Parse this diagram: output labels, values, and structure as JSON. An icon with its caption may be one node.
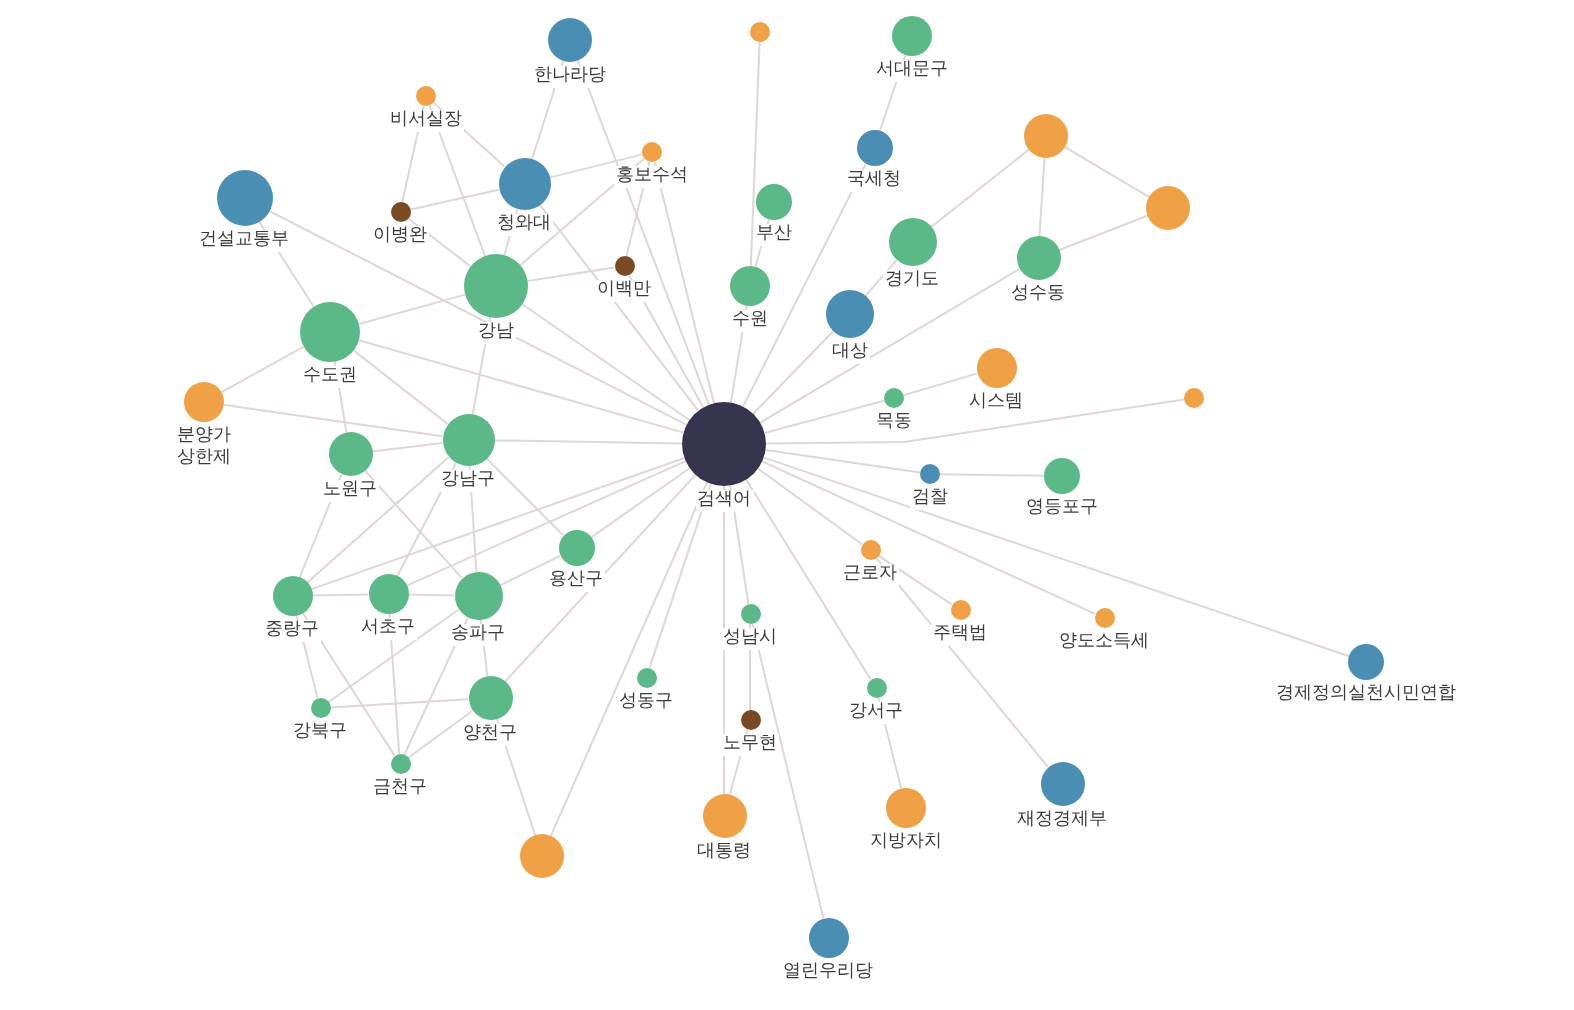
{
  "diagram": {
    "nodes": [
      {
        "text": [
          "검색어"
        ]
      },
      {
        "text": [
          "한나라당"
        ]
      },
      {
        "text": [],
        "shape": "circle"
      },
      {
        "text": [
          "서대문구"
        ]
      },
      {
        "text": [
          "비서실장"
        ]
      },
      {
        "text": [
          "홍보수석"
        ]
      },
      {
        "text": [
          "국세청"
        ]
      },
      {
        "text": [],
        "shape": "circle"
      },
      {
        "text": [
          "청와대"
        ]
      },
      {
        "text": [
          "건설교통부"
        ]
      },
      {
        "text": [
          "부산"
        ]
      },
      {
        "text": [
          "이병완"
        ]
      },
      {
        "text": [],
        "shape": "circle"
      },
      {
        "text": [
          "경기도"
        ]
      },
      {
        "text": [
          "성수동"
        ]
      },
      {
        "text": [
          "이백만"
        ]
      },
      {
        "text": [
          "강남"
        ]
      },
      {
        "text": [
          "수원"
        ]
      },
      {
        "text": [
          "대상"
        ]
      },
      {
        "text": [
          "수도권"
        ]
      },
      {
        "text": [
          "시스템"
        ]
      },
      {
        "text": [
          "분양가 상한제"
        ]
      },
      {
        "text": [
          "목동"
        ]
      },
      {
        "text": [],
        "shape": "circle"
      },
      {
        "text": [
          "강남구"
        ]
      },
      {
        "text": [
          "노원구"
        ]
      },
      {
        "text": [
          "검찰"
        ]
      },
      {
        "text": [
          "영등포구"
        ]
      },
      {
        "text": [
          "용산구"
        ]
      },
      {
        "text": [
          "근로자"
        ]
      },
      {
        "text": [
          "중랑구"
        ]
      },
      {
        "text": [
          "서초구"
        ]
      },
      {
        "text": [
          "송파구"
        ]
      },
      {
        "text": [
          "주택법"
        ]
      },
      {
        "text": [
          "성남시"
        ]
      },
      {
        "text": [
          "양도소득세"
        ]
      },
      {
        "text": [
          "경제정의실천시민연합"
        ]
      },
      {
        "text": [
          "성동구"
        ]
      },
      {
        "text": [
          "강서구"
        ]
      },
      {
        "text": [
          "양천구"
        ]
      },
      {
        "text": [
          "강북구"
        ]
      },
      {
        "text": [
          "노무현"
        ]
      },
      {
        "text": [
          "금천구"
        ]
      },
      {
        "text": [
          "재정경제부"
        ]
      },
      {
        "text": [
          "지방자치"
        ]
      },
      {
        "text": [
          "대통령"
        ]
      },
      {
        "text": [],
        "shape": "circle"
      },
      {
        "text": [
          "열린우리당"
        ]
      }
    ],
    "edges": [
      {
        "from": 0,
        "to": 1,
        "arrow": "none"
      },
      {
        "from": 0,
        "to": 5,
        "arrow": "none"
      },
      {
        "from": 0,
        "to": 6,
        "arrow": "none"
      },
      {
        "from": 0,
        "to": 8,
        "arrow": "none"
      },
      {
        "from": 0,
        "to": 9,
        "arrow": "none"
      },
      {
        "from": 0,
        "to": 14,
        "arrow": "none"
      },
      {
        "from": 0,
        "to": 15,
        "arrow": "none"
      },
      {
        "from": 0,
        "to": 16,
        "arrow": "none"
      },
      {
        "from": 0,
        "to": 17,
        "arrow": "none"
      },
      {
        "from": 0,
        "to": 18,
        "arrow": "none"
      },
      {
        "from": 0,
        "to": 19,
        "arrow": "none"
      },
      {
        "from": 0,
        "to": 22,
        "arrow": "none"
      },
      {
        "from": 0,
        "to": 23,
        "arrow": "none"
      },
      {
        "from": 0,
        "to": 24,
        "arrow": "none"
      },
      {
        "from": 0,
        "to": 26,
        "arrow": "none"
      },
      {
        "from": 0,
        "to": 28,
        "arrow": "none"
      },
      {
        "from": 0,
        "to": 29,
        "arrow": "none"
      },
      {
        "from": 0,
        "to": 30,
        "arrow": "none"
      },
      {
        "from": 0,
        "to": 31,
        "arrow": "none"
      },
      {
        "from": 0,
        "to": 34,
        "arrow": "none"
      },
      {
        "from": 0,
        "to": 35,
        "arrow": "none"
      },
      {
        "from": 0,
        "to": 36,
        "arrow": "none"
      },
      {
        "from": 0,
        "to": 37,
        "arrow": "none"
      },
      {
        "from": 0,
        "to": 38,
        "arrow": "none"
      },
      {
        "from": 0,
        "to": 39,
        "arrow": "none"
      },
      {
        "from": 0,
        "to": 45,
        "arrow": "none"
      },
      {
        "from": 0,
        "to": 46,
        "arrow": "none"
      },
      {
        "from": 6,
        "to": 3,
        "arrow": "none"
      },
      {
        "from": 1,
        "to": 8,
        "arrow": "none"
      },
      {
        "from": 4,
        "to": 8,
        "arrow": "none"
      },
      {
        "from": 4,
        "to": 11,
        "arrow": "none"
      },
      {
        "from": 4,
        "to": 16,
        "arrow": "none"
      },
      {
        "from": 5,
        "to": 8,
        "arrow": "none"
      },
      {
        "from": 11,
        "to": 8,
        "arrow": "none"
      },
      {
        "from": 5,
        "to": 16,
        "arrow": "none"
      },
      {
        "from": 5,
        "to": 15,
        "arrow": "none"
      },
      {
        "from": 8,
        "to": 16,
        "arrow": "none"
      },
      {
        "from": 11,
        "to": 16,
        "arrow": "none"
      },
      {
        "from": 9,
        "to": 19,
        "arrow": "none"
      },
      {
        "from": 16,
        "to": 15,
        "arrow": "none"
      },
      {
        "from": 16,
        "to": 19,
        "arrow": "none"
      },
      {
        "from": 16,
        "to": 24,
        "arrow": "none"
      },
      {
        "from": 19,
        "to": 21,
        "arrow": "none"
      },
      {
        "from": 19,
        "to": 25,
        "arrow": "none"
      },
      {
        "from": 19,
        "to": 24,
        "arrow": "none"
      },
      {
        "from": 10,
        "to": 17,
        "arrow": "none"
      },
      {
        "from": 17,
        "to": 2,
        "arrow": "none"
      },
      {
        "from": 18,
        "to": 13,
        "arrow": "none"
      },
      {
        "from": 13,
        "to": 7,
        "arrow": "none"
      },
      {
        "from": 7,
        "to": 14,
        "arrow": "none"
      },
      {
        "from": 7,
        "to": 12,
        "arrow": "none"
      },
      {
        "from": 14,
        "to": 12,
        "arrow": "none"
      },
      {
        "from": 22,
        "to": 20,
        "arrow": "none"
      },
      {
        "from": 21,
        "to": 24,
        "arrow": "none"
      },
      {
        "from": 24,
        "to": 25,
        "arrow": "none"
      },
      {
        "from": 24,
        "to": 32,
        "arrow": "none"
      },
      {
        "from": 24,
        "to": 31,
        "arrow": "none"
      },
      {
        "from": 24,
        "to": 28,
        "arrow": "none"
      },
      {
        "from": 24,
        "to": 30,
        "arrow": "none"
      },
      {
        "from": 25,
        "to": 30,
        "arrow": "none"
      },
      {
        "from": 25,
        "to": 32,
        "arrow": "none"
      },
      {
        "from": 30,
        "to": 31,
        "arrow": "none"
      },
      {
        "from": 30,
        "to": 40,
        "arrow": "none"
      },
      {
        "from": 30,
        "to": 42,
        "arrow": "none"
      },
      {
        "from": 31,
        "to": 32,
        "arrow": "none"
      },
      {
        "from": 31,
        "to": 42,
        "arrow": "none"
      },
      {
        "from": 32,
        "to": 39,
        "arrow": "none"
      },
      {
        "from": 32,
        "to": 28,
        "arrow": "none"
      },
      {
        "from": 32,
        "to": 42,
        "arrow": "none"
      },
      {
        "from": 40,
        "to": 39,
        "arrow": "none"
      },
      {
        "from": 40,
        "to": 32,
        "arrow": "none"
      },
      {
        "from": 39,
        "to": 42,
        "arrow": "none"
      },
      {
        "from": 39,
        "to": 46,
        "arrow": "none"
      },
      {
        "from": 26,
        "to": 27,
        "arrow": "none"
      },
      {
        "from": 29,
        "to": 33,
        "arrow": "none"
      },
      {
        "from": 29,
        "to": 43,
        "arrow": "none"
      },
      {
        "from": 34,
        "to": 41,
        "arrow": "none"
      },
      {
        "from": 41,
        "to": 45,
        "arrow": "none"
      },
      {
        "from": 38,
        "to": 44,
        "arrow": "none"
      },
      {
        "from": 34,
        "to": 47,
        "arrow": "none"
      }
    ]
  }
}
